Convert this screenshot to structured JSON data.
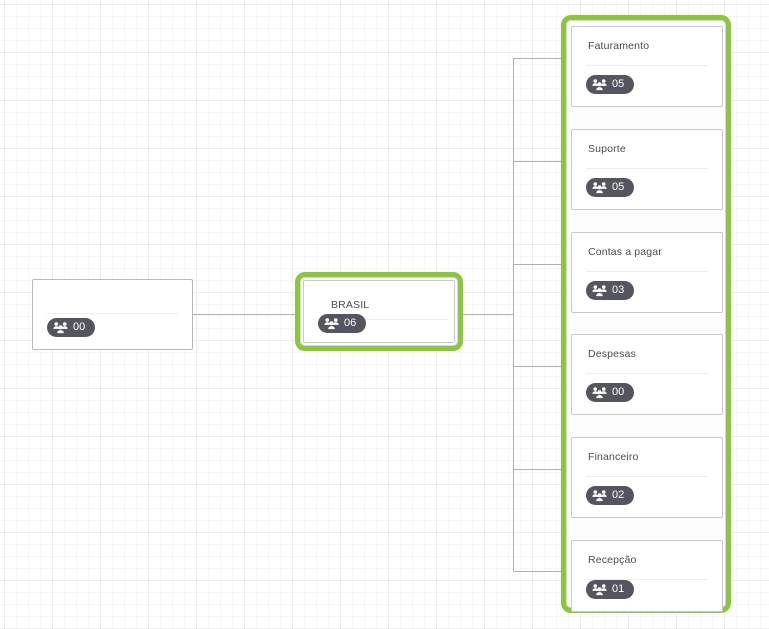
{
  "chart": {
    "type": "org-chart",
    "title": "",
    "background": "grid",
    "accent_color": "#8cc63f",
    "badge_color": "#55555f",
    "node_border_color": "#b8b8b8",
    "connector_color": "#b0b0b0",
    "badge_icon": "people-group-icon"
  },
  "nodes": {
    "root": {
      "id": "root",
      "title": "",
      "count": "00",
      "selected": false
    },
    "brasil": {
      "id": "brasil",
      "title": "BRASIL",
      "count": "06",
      "selected": true
    }
  },
  "departments": {
    "selected": true,
    "items": [
      {
        "id": "faturamento",
        "title": "Faturamento",
        "count": "05"
      },
      {
        "id": "suporte",
        "title": "Suporte",
        "count": "05"
      },
      {
        "id": "contas-a-pagar",
        "title": "Contas a pagar",
        "count": "03"
      },
      {
        "id": "despesas",
        "title": "Despesas",
        "count": "00"
      },
      {
        "id": "financeiro",
        "title": "Financeiro",
        "count": "02"
      },
      {
        "id": "recepcao",
        "title": "Recepção",
        "count": "01"
      }
    ]
  }
}
